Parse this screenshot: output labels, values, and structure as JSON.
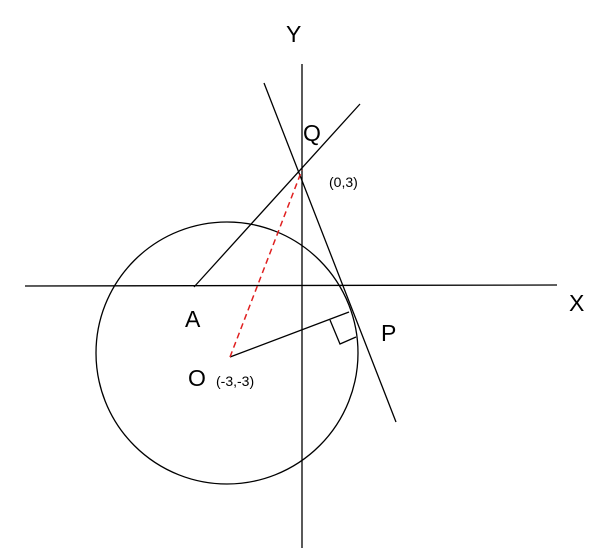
{
  "axes": {
    "x_label": "X",
    "y_label": "Y"
  },
  "points": {
    "Q": {
      "label": "Q",
      "coord": "(0,3)"
    },
    "A": {
      "label": "A"
    },
    "P": {
      "label": "P"
    },
    "O": {
      "label": "O",
      "coord": "(-3,-3)"
    }
  },
  "colors": {
    "stroke": "#000000",
    "dashed_segment": "#e02020",
    "background": "#ffffff"
  }
}
